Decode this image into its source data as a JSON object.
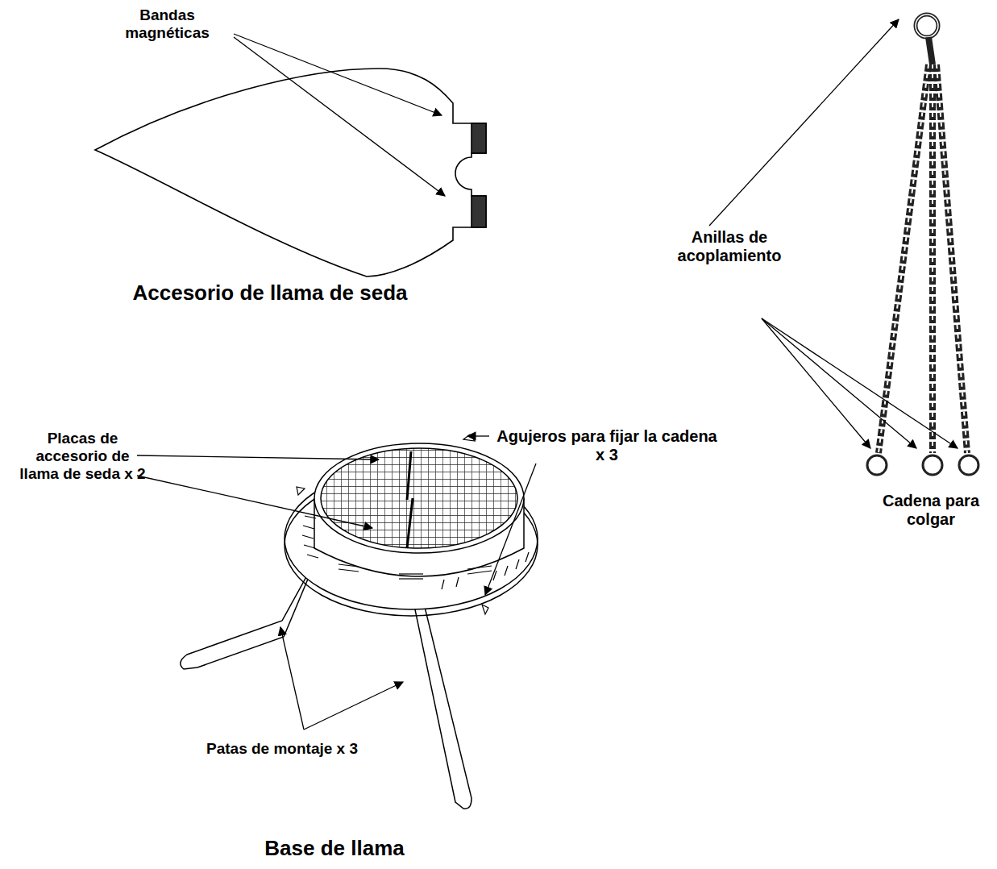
{
  "diagram": {
    "labels": [
      "Bandas magnéticas",
      "Anillas de acoplamiento",
      "Accesorio de llama de seda",
      "Placas de accesorio de llama de seda x 2",
      "Agujeros para fijar la cadena x 3",
      "Cadena para colgar",
      "Patas de montaje x 3",
      "Base de llama"
    ]
  }
}
